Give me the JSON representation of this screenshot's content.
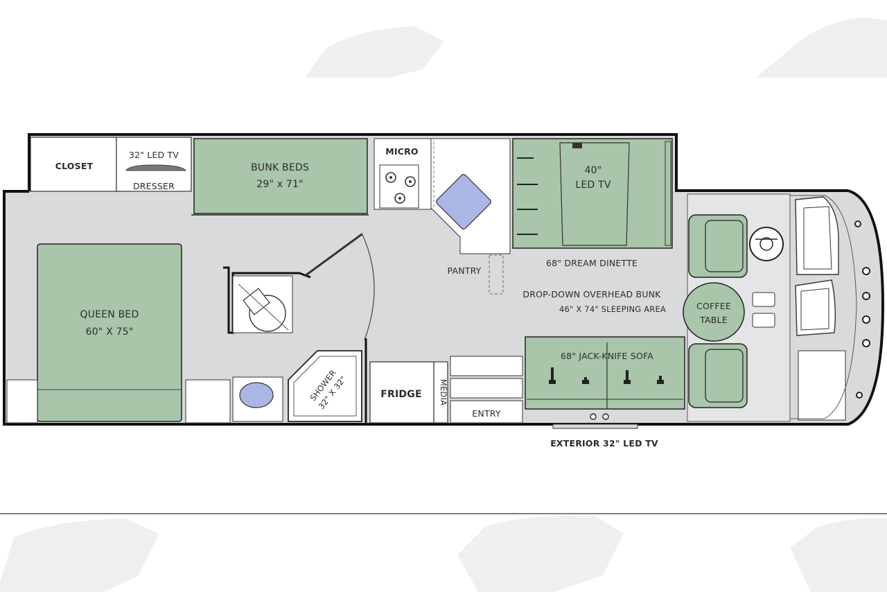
{
  "colors": {
    "floor": "#d9dadb",
    "bed_green": "#a9c5aa",
    "wall": "#111111",
    "fixture_blue": "#a9b6e6",
    "watermark": "#efefef"
  },
  "labels": {
    "closet": "CLOSET",
    "led_tv_32": "32\" LED TV",
    "dresser": "DRESSER",
    "bunk_beds": "BUNK BEDS",
    "bunk_beds_size": "29\" x 71\"",
    "micro": "MICRO",
    "tv_40_line1": "40\"",
    "tv_40_line2": "LED TV",
    "pantry": "PANTRY",
    "dream_dinette": "68\" DREAM DINETTE",
    "drop_down_line1": "DROP-DOWN OVERHEAD BUNK",
    "drop_down_line2": "46\" X 74\" SLEEPING AREA",
    "coffee_table_line1": "COFFEE",
    "coffee_table_line2": "TABLE",
    "queen_bed": "QUEEN BED",
    "queen_bed_size": "60\" X 75\"",
    "shower": "SHOWER",
    "shower_size": "32\" X 32\"",
    "fridge": "FRIDGE",
    "media": "MEDIA",
    "entry": "ENTRY",
    "jack_knife_sofa": "68\" JACK-KNIFE SOFA",
    "exterior_tv": "EXTERIOR 32\" LED TV"
  }
}
